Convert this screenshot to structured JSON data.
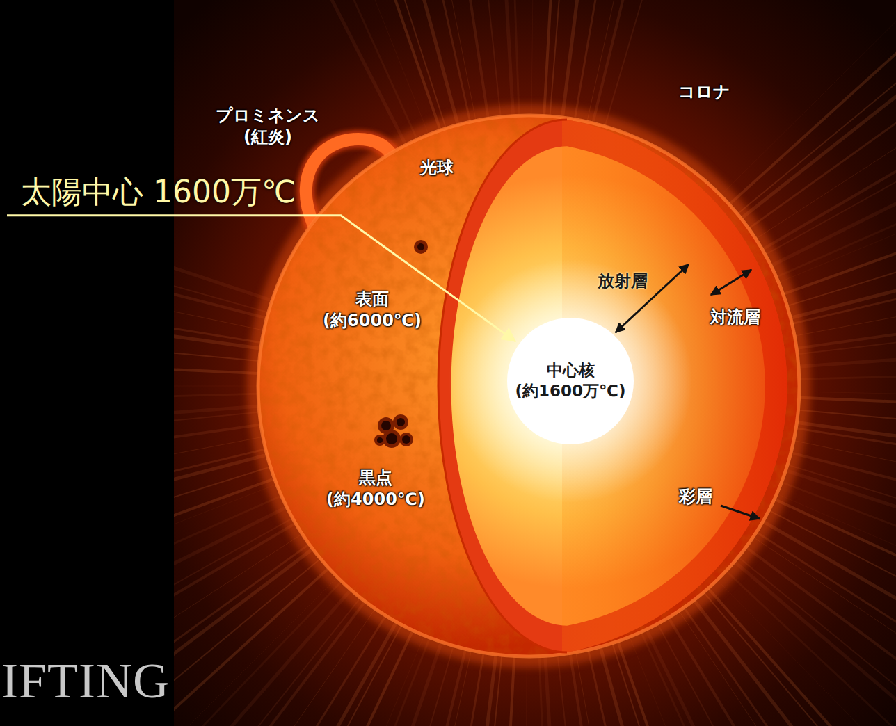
{
  "diagram": {
    "nodes": [
      {
        "text": [
          "太陽中心 1600万℃"
        ]
      },
      {
        "text": [
          "中心核 (約1600万℃)"
        ]
      }
    ],
    "edges": [
      {
        "from": 0,
        "to": 1,
        "arrow": "to"
      }
    ],
    "labels": [
      "プロミネンス (紅炎)",
      "コロナ",
      "光球",
      "表面 (約6000℃)",
      "放射層",
      "対流層",
      "黒点 (約4000℃)",
      "彩層",
      "IFTING"
    ]
  }
}
